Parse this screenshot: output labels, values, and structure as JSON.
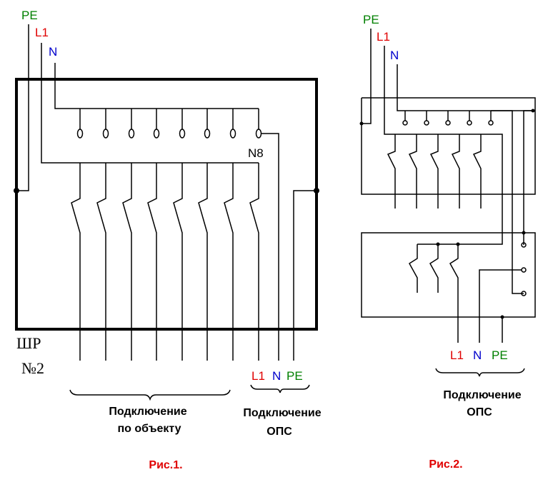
{
  "colors": {
    "pe": "#008000",
    "l1": "#e00000",
    "n": "#0000cc",
    "fig": "#e00000",
    "line": "#000000"
  },
  "fig1": {
    "pe": "PE",
    "l1": "L1",
    "n": "N",
    "fuse_label": "N8",
    "panel_line1": "ШР",
    "panel_line2": "№2",
    "bottom_l1": "L1",
    "bottom_n": "N",
    "bottom_pe": "PE",
    "caption_object_1": "Подключение",
    "caption_object_2": "по объекту",
    "caption_ops_1": "Подключение",
    "caption_ops_2": "ОПС",
    "title": "Рис.1."
  },
  "fig2": {
    "pe": "PE",
    "l1": "L1",
    "n": "N",
    "bottom_l1": "L1",
    "bottom_n": "N",
    "bottom_pe": "PE",
    "caption_ops_1": "Подключение",
    "caption_ops_2": "ОПС",
    "title": "Рис.2."
  }
}
